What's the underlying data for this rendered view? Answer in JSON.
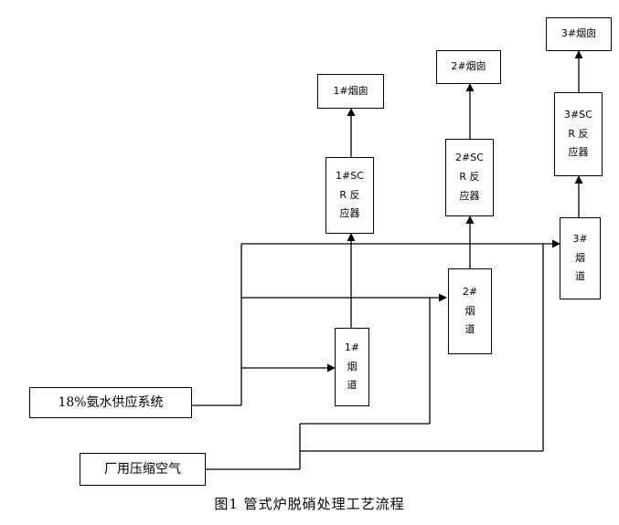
{
  "nodes": {
    "ammonia_supply": "18%氨水供应系统",
    "compressed_air": "厂用压缩空气",
    "flue1": "1#\n烟\n道",
    "flue2": "2#\n烟\n道",
    "flue3": "3#\n烟\n道",
    "scr1": "1#SC\nR 反\n应器",
    "scr2": "2#SC\nR 反\n应器",
    "scr3": "3#SC\nR 反\n应器",
    "chimney1": "1#烟囱",
    "chimney2": "2#烟囱",
    "chimney3": "3#烟囱"
  },
  "caption": "图1   管式炉脱硝处理工艺流程"
}
